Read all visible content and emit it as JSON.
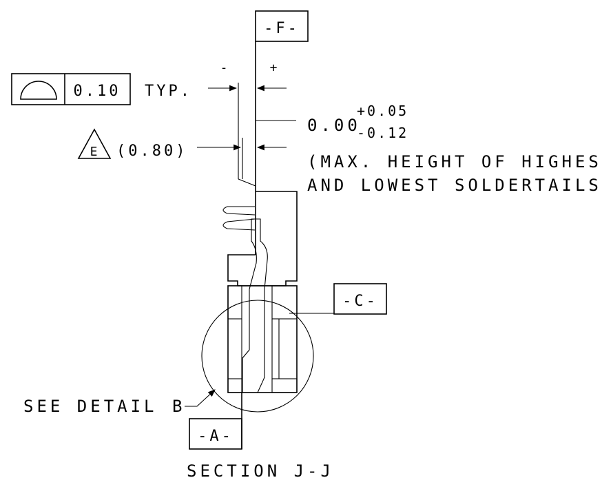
{
  "datums": {
    "f": "-F-",
    "c": "-C-",
    "a": "-A-"
  },
  "tolerance": {
    "symbol": "profile-of-surface-icon",
    "value": "0.10",
    "suffix": "TYP.",
    "minus_sign": "-",
    "plus_sign": "+"
  },
  "dimension": {
    "nominal": "0.00",
    "upper": "+0.05",
    "lower": "-0.12",
    "note_line1": "(MAX. HEIGHT OF HIGHEST",
    "note_line2": "AND LOWEST SOLDERTAILS)"
  },
  "flag_note": {
    "letter": "E",
    "value": "(0.80)"
  },
  "callouts": {
    "detail": "SEE DETAIL",
    "detail_letter": "B",
    "section": "SECTION  J-J"
  }
}
